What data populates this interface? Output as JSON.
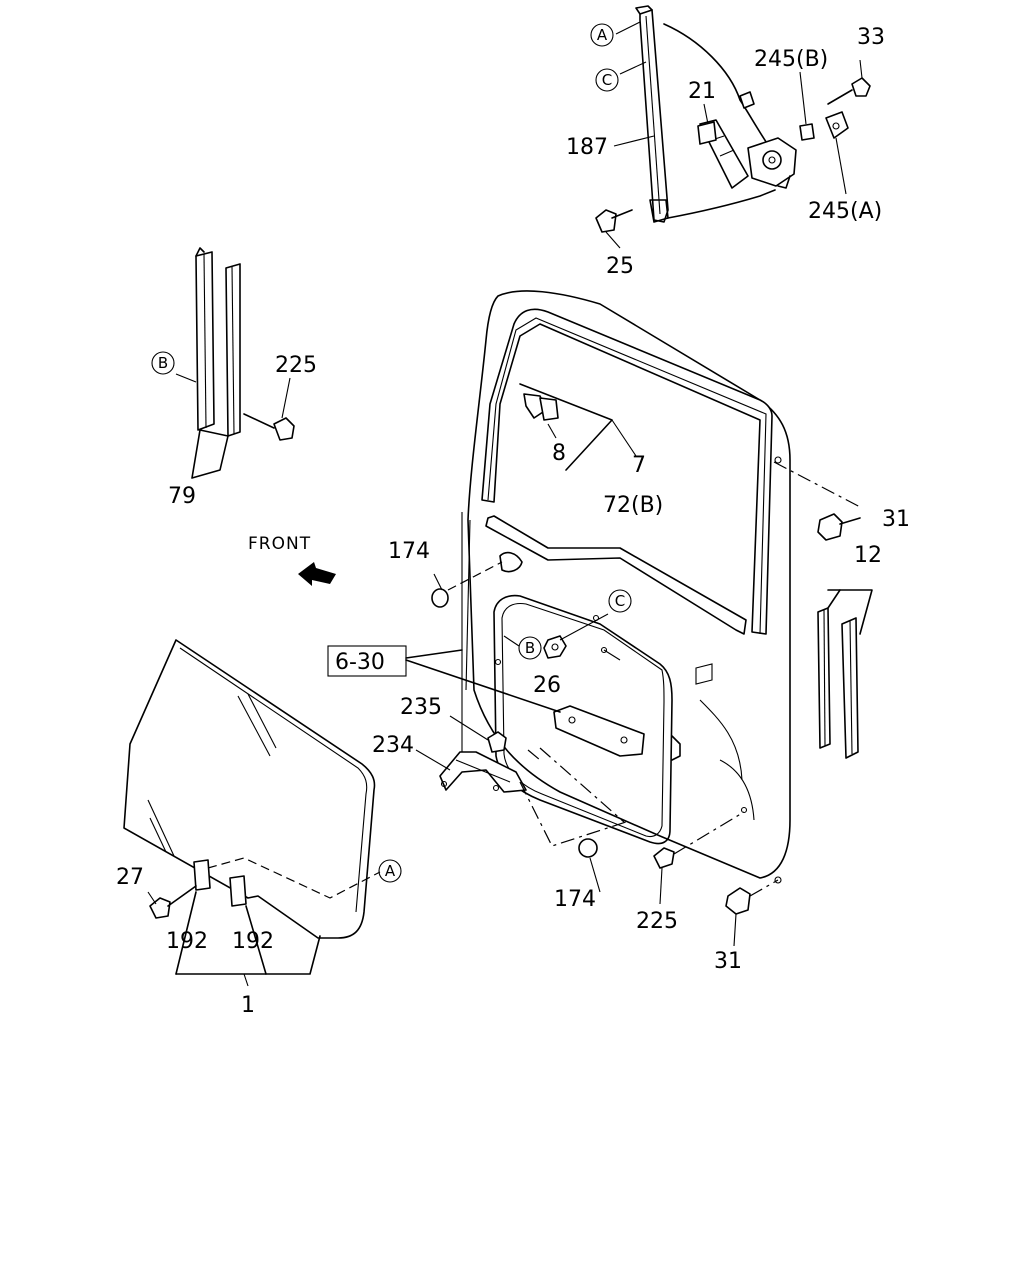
{
  "front_label": "FRONT",
  "labels": {
    "l33": "33",
    "l245b": "245(B)",
    "l21": "21",
    "l187": "187",
    "l245a": "245(A)",
    "l25": "25",
    "l225_top": "225",
    "l79": "79",
    "l8": "8",
    "l7": "7",
    "l72b": "72(B)",
    "l31_top": "31",
    "l12": "12",
    "l174_top": "174",
    "l6_30": "6-30",
    "l26": "26",
    "l235": "235",
    "l234": "234",
    "l174_bot": "174",
    "l225_bot": "225",
    "l31_bot": "31",
    "l27": "27",
    "l192_a": "192",
    "l192_b": "192",
    "l1": "1"
  },
  "callouts": {
    "a_top": "A",
    "c_top": "C",
    "b_left": "B",
    "c_mid": "C",
    "b_mid": "B",
    "a_glass": "A"
  }
}
